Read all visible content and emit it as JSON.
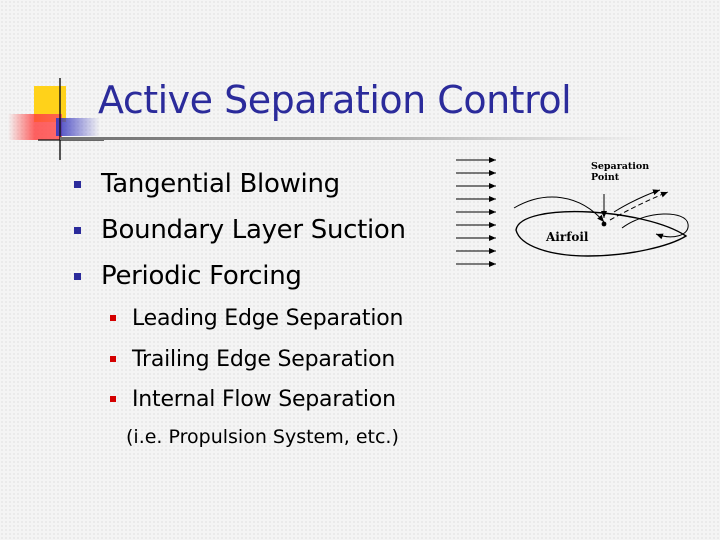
{
  "slide": {
    "title": "Active Separation Control",
    "bullets": [
      {
        "label": "Tangential Blowing"
      },
      {
        "label": "Boundary Layer Suction"
      },
      {
        "label": "Periodic Forcing"
      }
    ],
    "sub_bullets": [
      {
        "label": "Leading Edge Separation"
      },
      {
        "label": "Trailing Edge Separation"
      },
      {
        "label": "Internal Flow Separation"
      }
    ],
    "note": "(i.e. Propulsion System, etc.)"
  },
  "figure": {
    "separation_label_line1": "Separation",
    "separation_label_line2": "Point",
    "airfoil_label": "Airfoil"
  },
  "colors": {
    "title": "#2b2b9b",
    "bullet_level1": "#2b2b9b",
    "bullet_level2": "#d40000"
  }
}
